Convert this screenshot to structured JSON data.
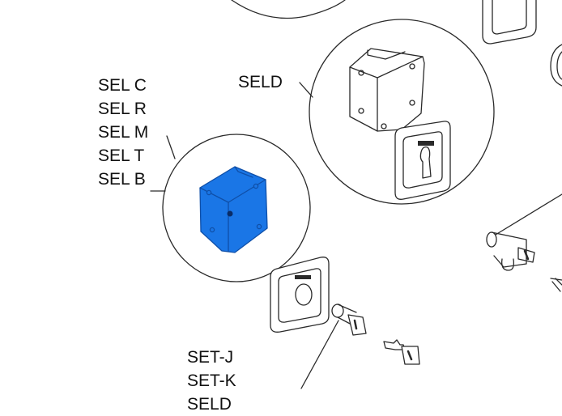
{
  "labels": {
    "seld": "SELD",
    "sel_group": [
      "SEL C",
      "SEL R",
      "SEL M",
      "SEL T",
      "SEL B"
    ],
    "set_group": [
      "SET-J",
      "SET-K",
      "SELD"
    ]
  },
  "colors": {
    "highlight": "#1a76e6",
    "highlight_dark": "#0f4fa8",
    "stroke": "#2a2a2a",
    "background": "#ffffff"
  },
  "icons": {
    "highlighted": "sel-control-box-blue-icon",
    "others": [
      "seld-control-box-icon",
      "euro-cylinder-keypad-icon",
      "proximity-reader-icon",
      "key-cylinder-icon",
      "key-icon",
      "euro-cylinder-icon"
    ]
  }
}
